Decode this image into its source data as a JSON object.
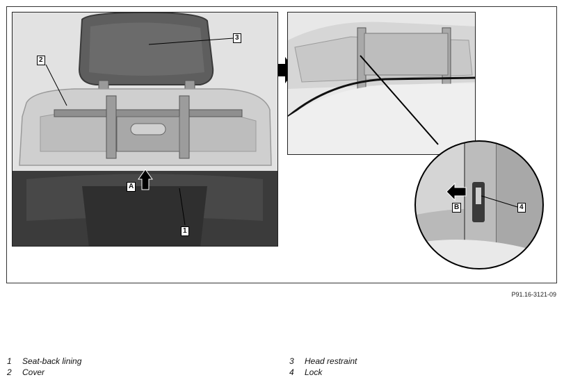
{
  "figure": {
    "callouts": {
      "c1": "1",
      "c2": "2",
      "c3": "3",
      "c4": "4",
      "cA": "A",
      "cB": "B"
    },
    "reference_code": "P91.16-3121-09"
  },
  "legend": {
    "items": [
      {
        "num": "1",
        "label": "Seat-back lining"
      },
      {
        "num": "2",
        "label": "Cover"
      },
      {
        "num": "3",
        "label": "Head restraint"
      },
      {
        "num": "4",
        "label": "Lock"
      }
    ]
  }
}
